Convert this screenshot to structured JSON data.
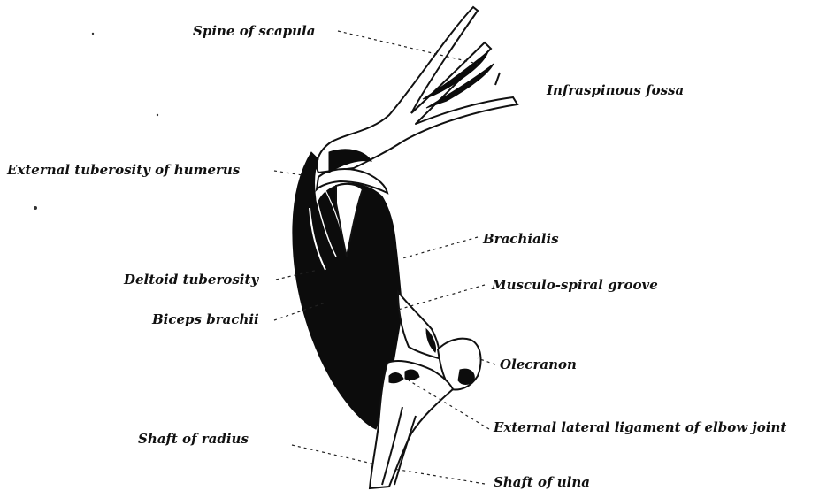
{
  "labels": {
    "spine_of_scapula": "Spine of scapula",
    "infraspinous_fossa": "Infraspinous fossa",
    "external_tuberosity": "External tuberosity of humerus",
    "brachialis": "Brachialis",
    "deltoid_tuberosity": "Deltoid tuberosity",
    "musculo_spiral_groove": "Musculo-spiral groove",
    "biceps_brachii": "Biceps brachii",
    "olecranon": "Olecranon",
    "external_lateral_ligament": "External lateral ligament of elbow joint",
    "shaft_of_radius": "Shaft of radius",
    "shaft_of_ulna": "Shaft of ulna"
  },
  "colors": {
    "ink": "#111111",
    "muscle": "#0c0c0c",
    "paper": "#ffffff"
  }
}
